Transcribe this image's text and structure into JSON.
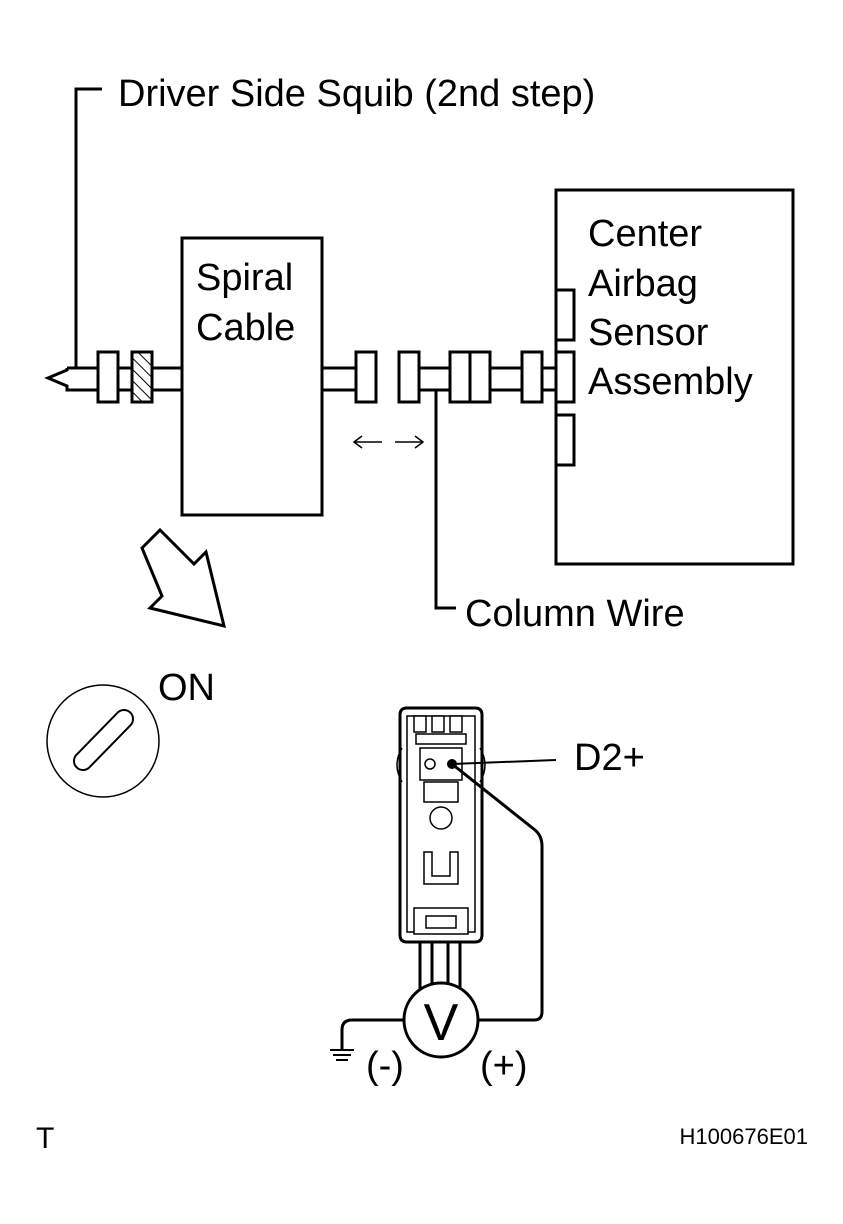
{
  "labels": {
    "squib": "Driver Side Squib (2nd step)",
    "spiral_line1": "Spiral",
    "spiral_line2": "Cable",
    "sensor_line1": "Center",
    "sensor_line2": "Airbag",
    "sensor_line3": "Sensor",
    "sensor_line4": "Assembly",
    "column_wire": "Column Wire",
    "ignition_state": "ON",
    "terminal": "D2+",
    "voltmeter_symbol": "V",
    "negative": "(-)",
    "positive": "(+)",
    "corner_mark": "T",
    "figure_code": "H100676E01"
  },
  "icons": {
    "ignition": "ignition-key-icon",
    "arrow": "down-right-arrow-icon",
    "ground": "ground-symbol-icon",
    "meter": "voltmeter-icon",
    "connector": "connector-icon",
    "disconnect": "disconnect-arrows-icon"
  }
}
